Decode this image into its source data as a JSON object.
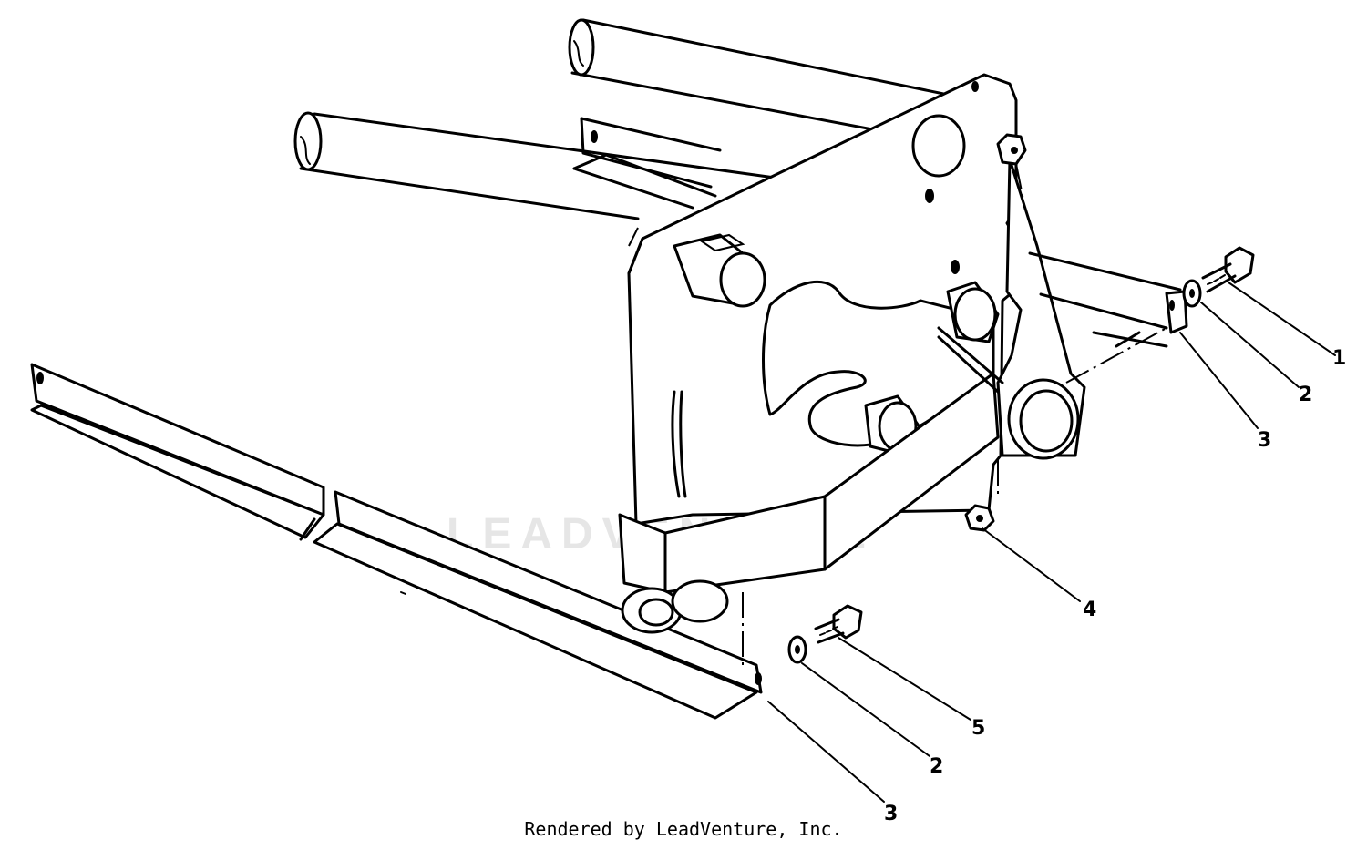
{
  "callouts": [
    {
      "id": "c1",
      "label": "1",
      "part": "Bolt"
    },
    {
      "id": "c2a",
      "label": "2",
      "part": "Washer"
    },
    {
      "id": "c3a",
      "label": "3",
      "part": "Bracket"
    },
    {
      "id": "c4",
      "label": "4",
      "part": "Nut"
    },
    {
      "id": "c5",
      "label": "5",
      "part": "Bolt"
    },
    {
      "id": "c2b",
      "label": "2",
      "part": "Washer"
    },
    {
      "id": "c3b",
      "label": "3",
      "part": "Bracket"
    }
  ],
  "watermark": "LEADVENTURE",
  "footer": "Rendered by LeadVenture, Inc.",
  "colors": {
    "line": "#000000",
    "watermark": "#e6e6e6",
    "background": "#ffffff"
  }
}
